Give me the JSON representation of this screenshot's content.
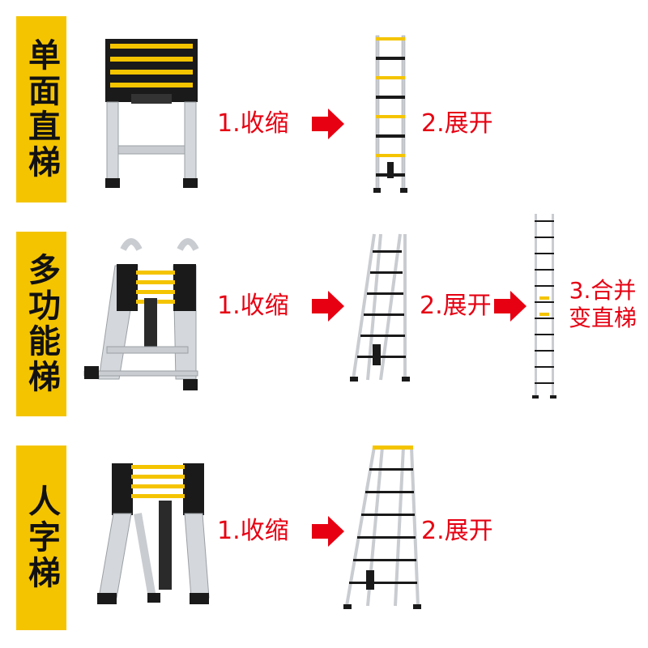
{
  "colors": {
    "label_bg": "#f5c400",
    "step_text": "#e60012",
    "arrow": "#e60012",
    "rail": "#c9ccd0",
    "black": "#1a1a1a",
    "yellow": "#f5c400"
  },
  "rows": [
    {
      "label": "单面直梯",
      "steps": [
        "1.收缩",
        "2.展开"
      ]
    },
    {
      "label": "多功能梯",
      "steps": [
        "1.收缩",
        "2.展开",
        "3.合并\n变直梯"
      ]
    },
    {
      "label": "人字梯",
      "steps": [
        "1.收缩",
        "2.展开"
      ]
    }
  ]
}
